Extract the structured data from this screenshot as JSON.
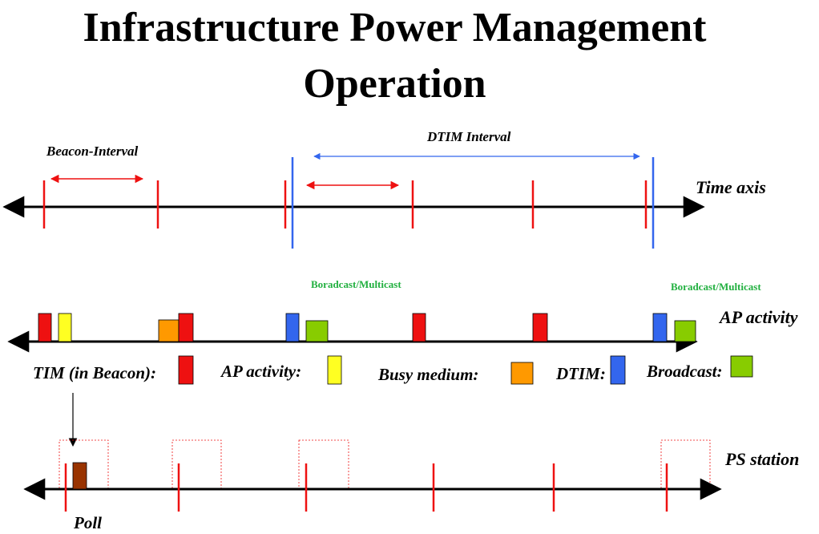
{
  "title": {
    "line1": "Infrastructure Power Management",
    "line2": "Operation"
  },
  "timeline": {
    "beacon_interval_label": "Beacon-Interval",
    "dtim_interval_label": "DTIM Interval",
    "time_axis_label": "Time axis"
  },
  "ap": {
    "broadcast_label_1": "Boradcast/Multicast",
    "broadcast_label_2": "Boradcast/Multicast",
    "ap_activity_label": "AP activity"
  },
  "legend": {
    "tim_label": "TIM (in Beacon):",
    "ap_activity_label": "AP activity:",
    "busy_medium_label": "Busy medium:",
    "dtim_label": "DTIM:",
    "broadcast_label": "Broadcast:"
  },
  "ps": {
    "ps_station_label": "PS station",
    "poll_label": "Poll"
  },
  "colors": {
    "tim": "#ee1111",
    "ap_activity": "#ffff22",
    "busy_medium": "#ff9900",
    "dtim": "#3366ee",
    "broadcast": "#88cc00",
    "poll": "#993300",
    "tick": "#ee1111",
    "dtim_line": "#3366ee"
  }
}
